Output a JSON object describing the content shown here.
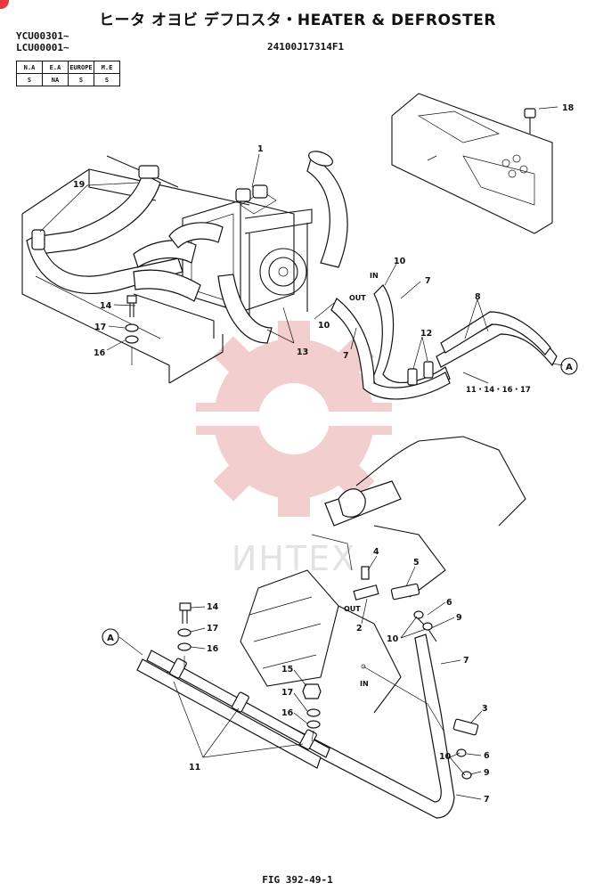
{
  "header": {
    "title": "ヒータ オヨビ デフロスタ・HEATER & DEFROSTER",
    "serials": [
      "YCU00301~",
      "LCU00001~"
    ],
    "part_number": "24100J17314F1"
  },
  "region_table": {
    "headers": [
      "N.A",
      "E.A",
      "EUROPE",
      "M.E"
    ],
    "values": [
      "S",
      "NA",
      "S",
      "S"
    ]
  },
  "watermark": "ИНТЕХ",
  "callouts_upper": {
    "c1": "1",
    "c18": "18",
    "c19": "19",
    "c14": "14",
    "c17": "17",
    "c16": "16",
    "c13": "13",
    "c10a": "10",
    "c10b": "10",
    "c7a": "7",
    "c7b": "7",
    "c8": "8",
    "c12": "12",
    "c11grp": "11・14・16・17",
    "in": "IN",
    "out": "OUT",
    "refA": "A"
  },
  "callouts_lower": {
    "c4": "4",
    "c5": "5",
    "c2": "2",
    "c6a": "6",
    "c9a": "9",
    "c10a": "10",
    "c7a": "7",
    "c14": "14",
    "c17a": "17",
    "c16a": "16",
    "c15": "15",
    "c17b": "17",
    "c16b": "16",
    "c11": "11",
    "c3": "3",
    "c10b": "10",
    "c6b": "6",
    "c9b": "9",
    "c7b": "7",
    "in": "IN",
    "out": "OUT",
    "refA": "A"
  },
  "figure_label": "FIG 392-49-1"
}
